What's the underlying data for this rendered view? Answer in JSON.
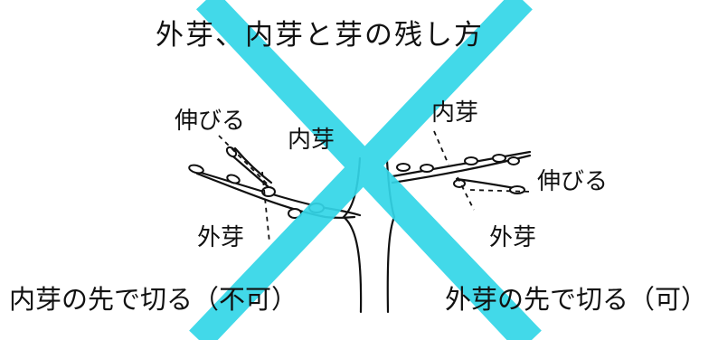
{
  "title": "外芽、内芽と芽の残し方",
  "left": {
    "grow_label": "伸びる",
    "inner_bud_label": "内芽",
    "outer_bud_label": "外芽",
    "caption": "内芽の先で切る（不可）"
  },
  "right": {
    "inner_bud_label": "内芽",
    "grow_label": "伸びる",
    "outer_bud_label": "外芽",
    "caption": "外芽の先で切る（可）"
  },
  "colors": {
    "ink": "#111111",
    "watermark_cross": "#33d6e8"
  },
  "watermark": "cross-mark"
}
